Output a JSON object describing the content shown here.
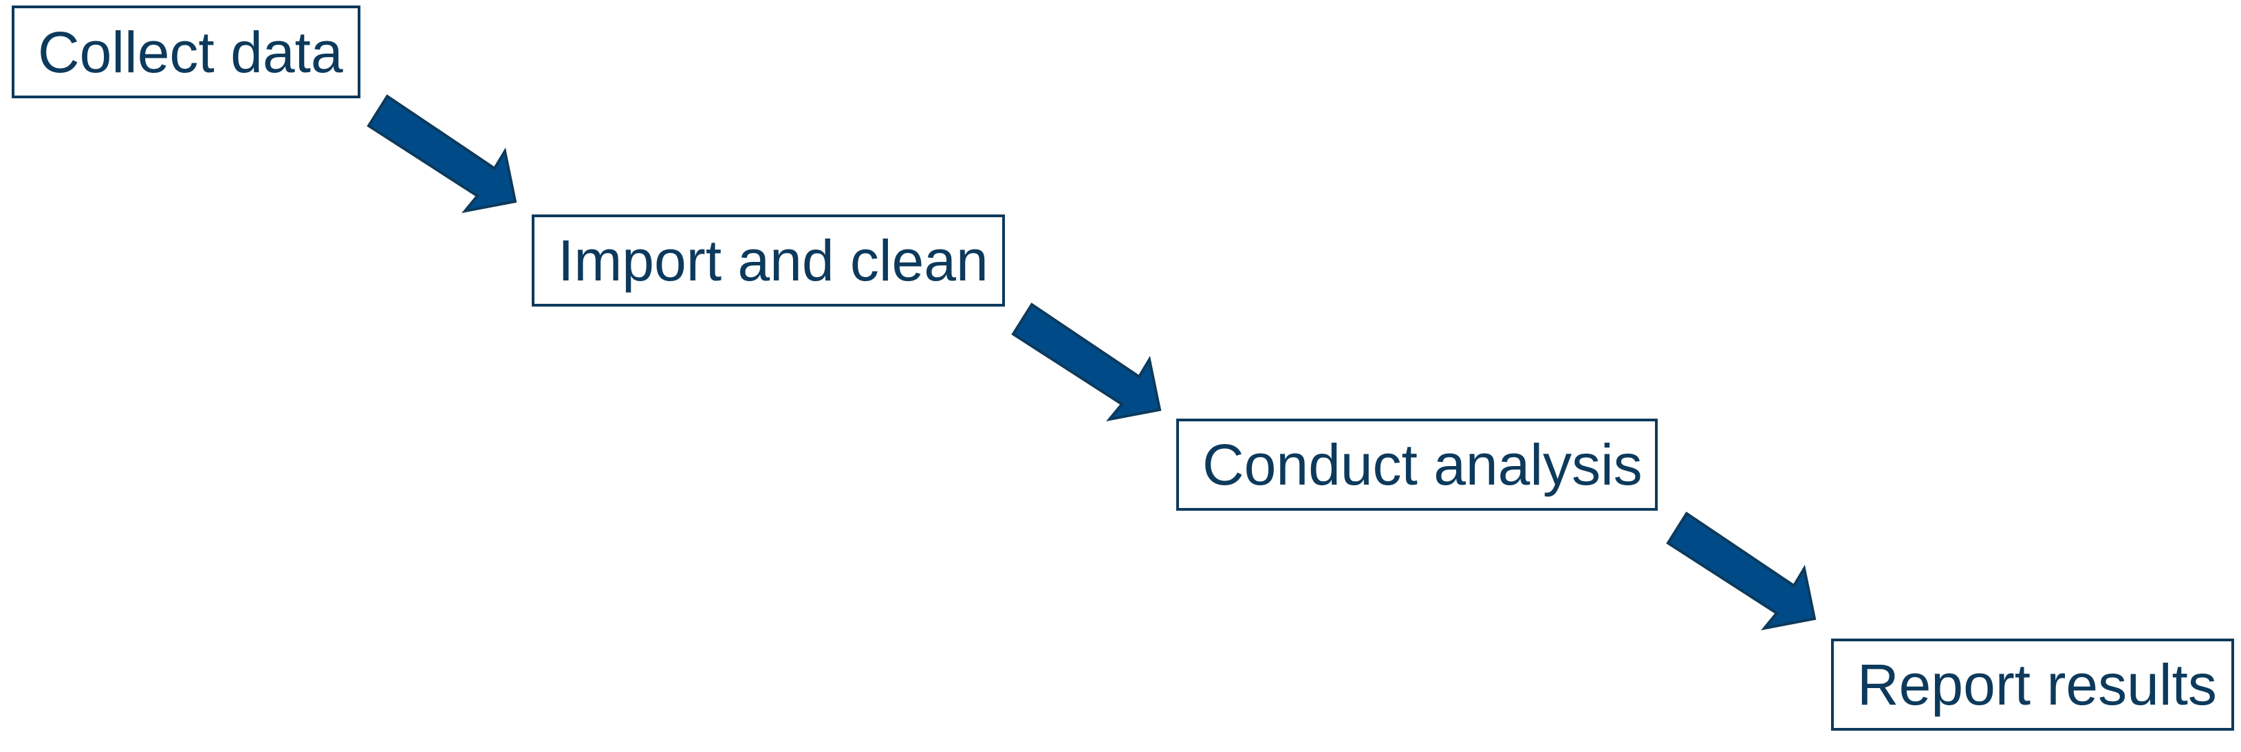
{
  "steps": [
    {
      "label": "Collect data"
    },
    {
      "label": "Import and clean"
    },
    {
      "label": "Conduct analysis"
    },
    {
      "label": "Report results"
    }
  ],
  "colors": {
    "arrow_fill": "#004b87",
    "arrow_stroke": "#0d3a5c",
    "text": "#0d3a5c"
  }
}
